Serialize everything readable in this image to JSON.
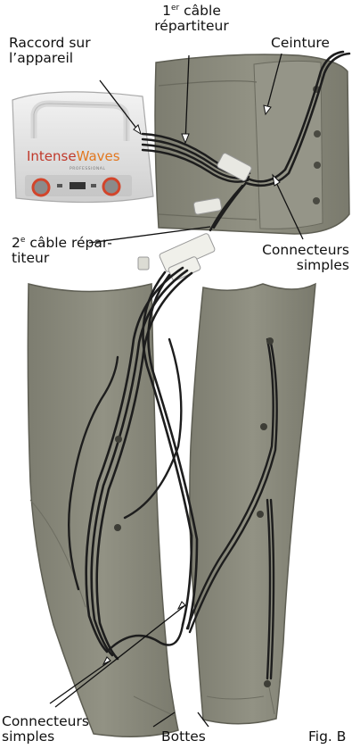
{
  "brand": {
    "name": "IntenseWaves",
    "tagline": "PROFESSIONAL",
    "colors": {
      "intense": "#c0392b",
      "waves": "#e2771f"
    }
  },
  "labels": {
    "raccord": [
      "Raccord sur",
      "l’appareil"
    ],
    "cable1": {
      "line1_num": "1",
      "line1_sup": "er",
      "line1_rest": " câble",
      "line2": "répartiteur"
    },
    "ceinture": "Ceinture",
    "cable2": {
      "line1_num": "2",
      "line1_sup": "e",
      "line1_rest": " câble répar-",
      "line2": "titeur"
    },
    "connecteurs_right": [
      "Connecteurs",
      "simples"
    ],
    "connecteurs_left": [
      "Connecteurs",
      "simples"
    ],
    "bottes": "Bottes",
    "caption": "Fig. B"
  },
  "colors": {
    "fabric": "#8a8a7c",
    "fabric_dark": "#6e6e62",
    "fabric_light": "#9e9e91",
    "hose": "#1d1d1d",
    "device": "#e4e4e4",
    "knob": "#d2452b"
  }
}
